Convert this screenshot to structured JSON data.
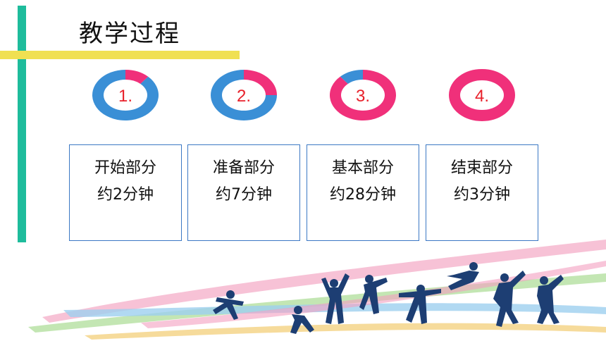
{
  "slide": {
    "title": "教学过程",
    "steps": [
      {
        "number": "1.",
        "line1": "开始部分",
        "line2": "约2分钟",
        "pink_fraction": 0.12
      },
      {
        "number": "2.",
        "line1": "准备部分",
        "line2": "约7分钟",
        "pink_fraction": 0.25
      },
      {
        "number": "3.",
        "line1": "基本部分",
        "line2": "约28分钟",
        "pink_fraction": 0.88
      },
      {
        "number": "4.",
        "line1": "结束部分",
        "line2": "约3分钟",
        "pink_fraction": 1.0
      }
    ]
  },
  "colors": {
    "accent_teal": "#1ebc9c",
    "accent_yellow": "#f0e052",
    "donut_blue": "#3a8fd6",
    "donut_pink": "#f0307a",
    "number_red": "#e8202a",
    "box_border": "#3b78c4"
  },
  "decoration": {
    "icon": "sports-silhouettes-ribbon-illustration"
  }
}
